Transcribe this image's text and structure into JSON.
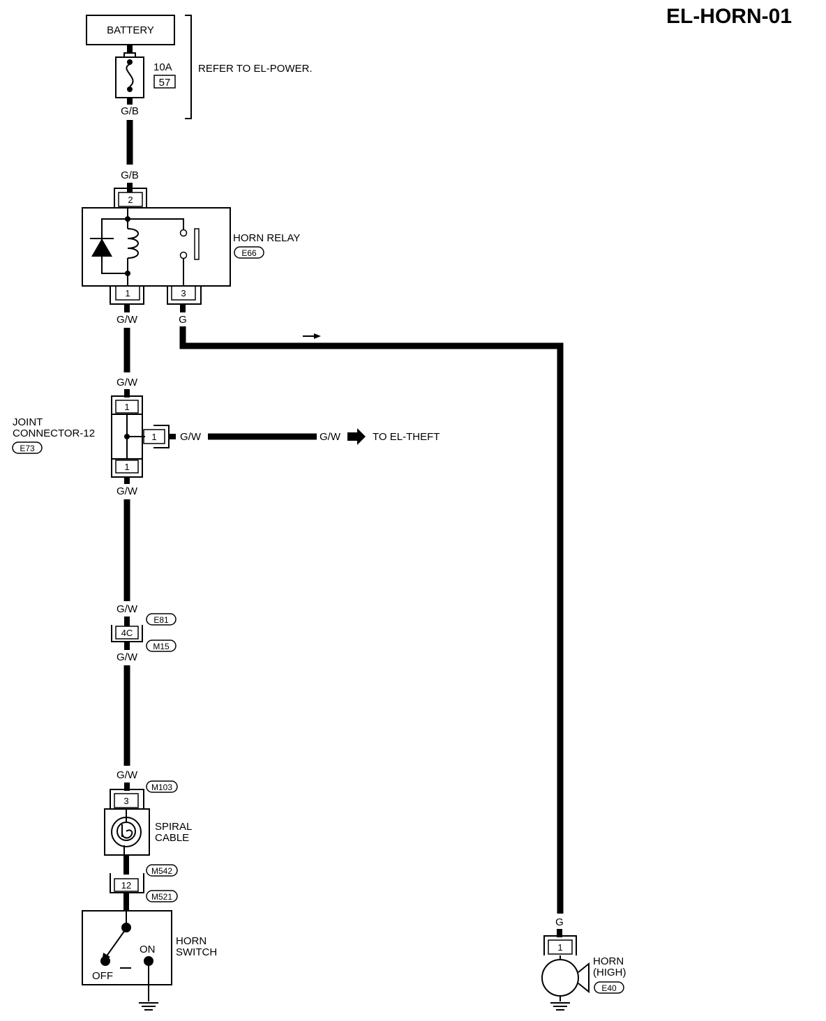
{
  "diagram": {
    "title": "EL-HORN-01",
    "battery": {
      "label": "BATTERY"
    },
    "fuse": {
      "rating": "10A",
      "number": "57"
    },
    "refer_note": "REFER TO EL-POWER.",
    "wires": {
      "fuse_out": "G/B",
      "relay_in": "G/B",
      "relay_pin1_out": "G/W",
      "relay_pin3_out": "G",
      "joint_in": "G/W",
      "joint_branch": "G/W",
      "theft_wire": "G/W",
      "joint_out": "G/W",
      "e81_in": "G/W",
      "m15_out": "G/W",
      "m103_in": "G/W",
      "horn_in": "G"
    },
    "relay": {
      "label": "HORN RELAY",
      "connector": "E66",
      "pin_top": "2",
      "pin_coil": "1",
      "pin_contact": "3"
    },
    "joint": {
      "label_line1": "JOINT",
      "label_line2": "CONNECTOR-12",
      "connector": "E73",
      "pin_top": "1",
      "pin_branch": "1",
      "pin_bottom": "1"
    },
    "theft": {
      "label": "TO EL-THEFT"
    },
    "inline_connector": {
      "pin": "4C",
      "connector_upper": "E81",
      "connector_lower": "M15"
    },
    "spiral": {
      "label_line1": "SPIRAL",
      "label_line2": "CABLE",
      "pin_top": "3",
      "connector_top": "M103",
      "pin_bottom": "12",
      "connector_mid": "M542",
      "connector_bottom": "M521"
    },
    "horn_switch": {
      "label_line1": "HORN",
      "label_line2": "SWITCH",
      "on": "ON",
      "off": "OFF"
    },
    "horn": {
      "label_line1": "HORN",
      "label_line2": "(HIGH)",
      "connector": "E40",
      "pin": "1"
    }
  }
}
